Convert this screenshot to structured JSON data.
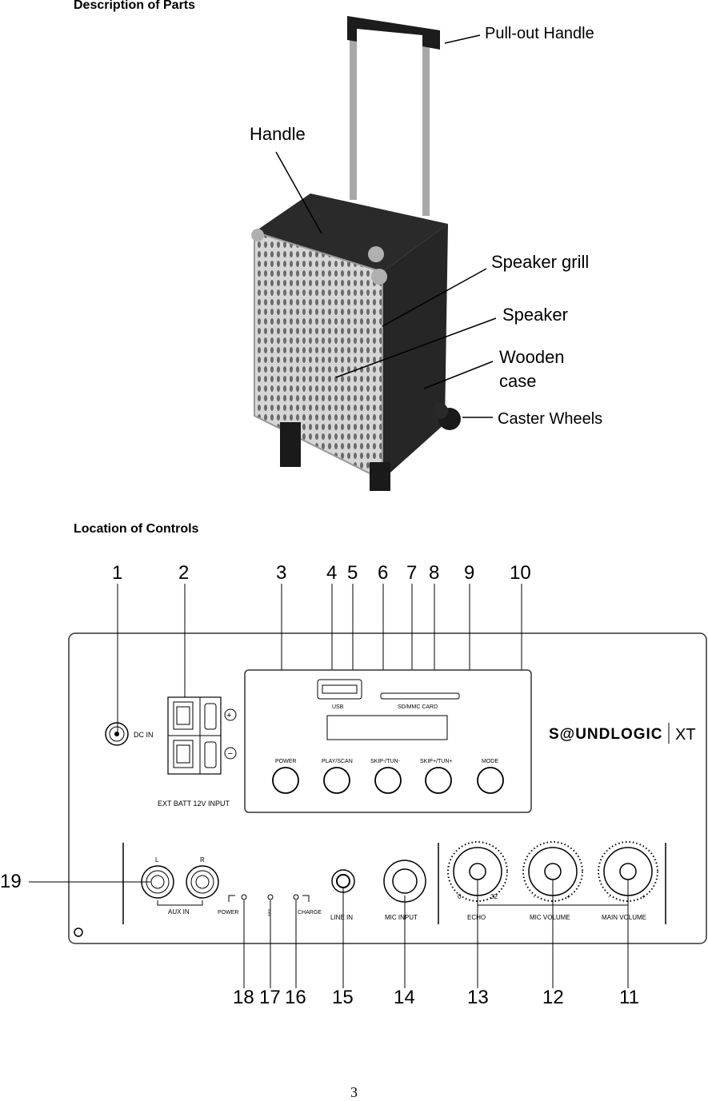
{
  "section1": {
    "title": "Description of Parts",
    "callouts": {
      "pullout_handle": "Pull-out Handle",
      "handle": "Handle",
      "speaker_grill": "Speaker grill",
      "speaker": "Speaker",
      "wooden_case_1": "Wooden",
      "wooden_case_2": "case",
      "caster_wheels": "Caster Wheels"
    }
  },
  "section2": {
    "title": "Location of Controls",
    "numbers_top": [
      "1",
      "2",
      "3",
      "4",
      "5",
      "6",
      "7",
      "8",
      "9",
      "10"
    ],
    "numbers_bottom": [
      "18",
      "17",
      "16",
      "15",
      "14",
      "13",
      "12",
      "11"
    ],
    "number_left": "19",
    "panel": {
      "dc_in": "DC IN",
      "ext_batt": "EXT BATT 12V INPUT",
      "usb": "USB",
      "sd_card": "SD/MMC CARD",
      "power": "POWER",
      "play_scan": "PLAY/SCAN",
      "skip_minus": "SKIP-/TUN-",
      "skip_plus": "SKIP+/TUN+",
      "mode": "MODE",
      "brand": "S@UNDLOGIC",
      "brand_xt": "XT",
      "aux_l": "L",
      "aux_r": "R",
      "aux_in": "AUX IN",
      "led_power": "POWER",
      "led_charge": "CHARGE",
      "line_in": "LINE IN",
      "mic_input": "MIC INPUT",
      "echo": "ECHO",
      "echo_min": "0",
      "echo_max": "32",
      "mic_volume": "MIC VOLUME",
      "main_volume": "MAIN VOLUME",
      "minus": "-",
      "plus": "+"
    }
  },
  "page_number": "3"
}
